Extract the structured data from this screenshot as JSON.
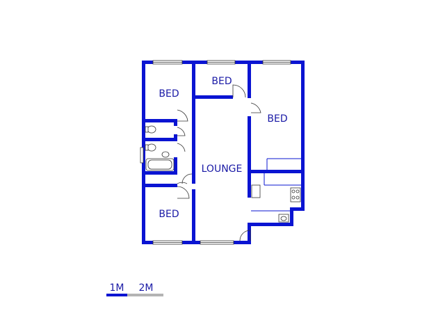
{
  "rooms": {
    "bed_top_left": "BED",
    "bed_top_middle": "BED",
    "bed_right": "BED",
    "lounge": "LOUNGE",
    "bed_bottom_left": "BED"
  },
  "scale_bar": {
    "label_1": "1M",
    "label_2": "2M"
  },
  "colors": {
    "wall": "#0a14d2",
    "label": "#1a1aa6",
    "scale_primary": "#0a14d2",
    "scale_secondary": "#b4b4b4"
  }
}
